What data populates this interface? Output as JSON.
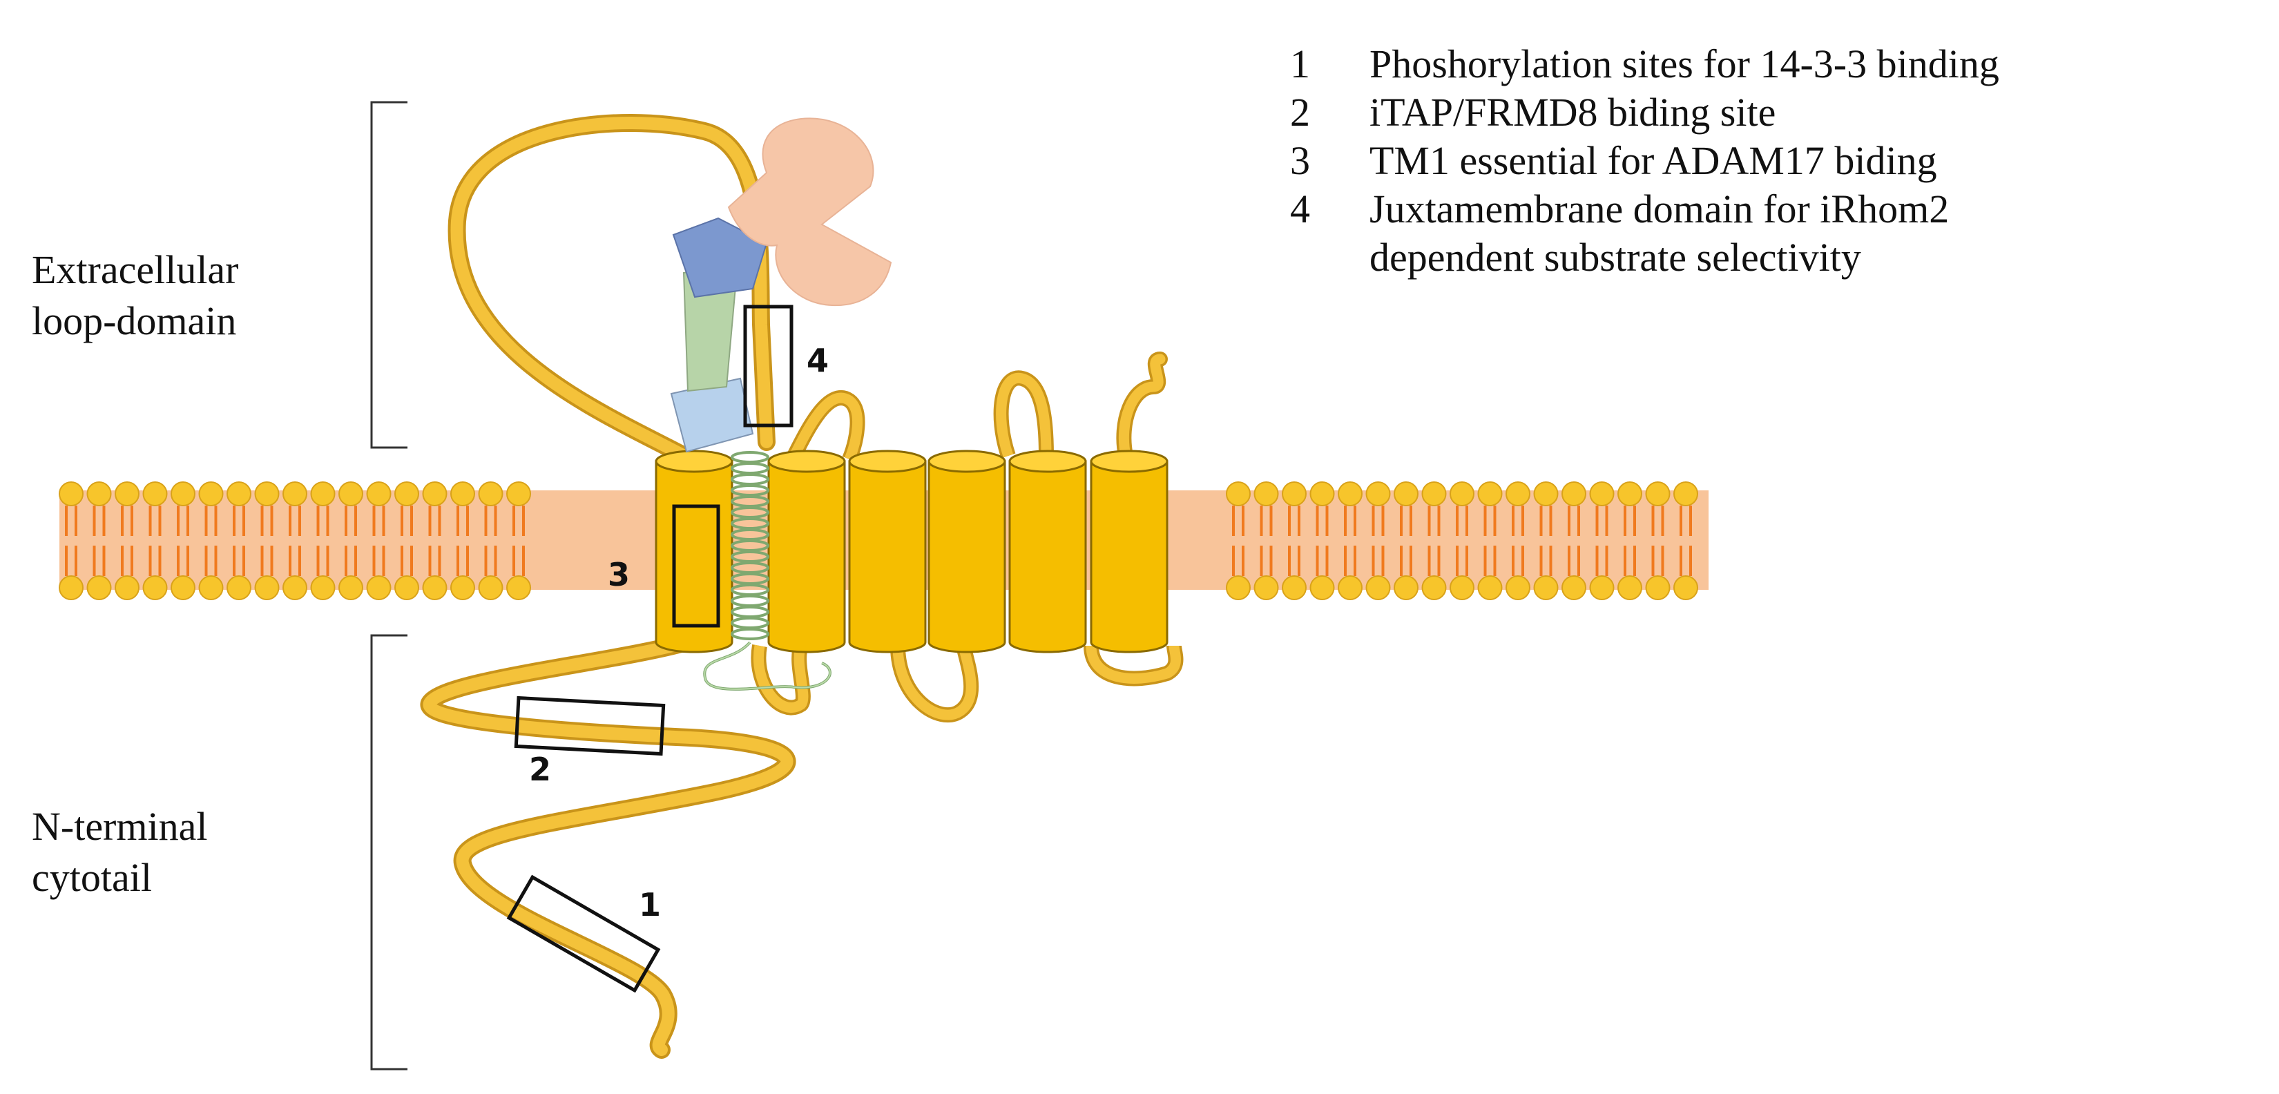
{
  "legend": {
    "items": [
      {
        "num": "1",
        "lines": [
          "Phoshorylation sites for 14-3-3 binding"
        ]
      },
      {
        "num": "2",
        "lines": [
          "iTAP/FRMD8 biding site"
        ]
      },
      {
        "num": "3",
        "lines": [
          "TM1 essential for ADAM17 biding"
        ]
      },
      {
        "num": "4",
        "lines": [
          "Juxtamembrane domain for iRhom2",
          "dependent substrate selectivity"
        ]
      }
    ]
  },
  "regions": {
    "extracellular": [
      "Extracellular",
      "loop-domain"
    ],
    "cytotail": [
      "N-terminal",
      "cytotail"
    ]
  },
  "markers": [
    "1",
    "2",
    "3",
    "4"
  ],
  "colors": {
    "membrane_fill": "#F8C49A",
    "lipid_head": "#F7C52B",
    "lipid_tail": "#F07A1E",
    "helix_fill": "#F5BE00",
    "helix_top": "#FFD23A",
    "chain": "#F4C23A",
    "substrate_coil": "#B9D9A8",
    "adam17_head": "#F6C6A8",
    "adam17_blue": "#7C98CF",
    "adam17_green": "#B7D4A8",
    "adam17_lightblue": "#B7D1EC"
  }
}
